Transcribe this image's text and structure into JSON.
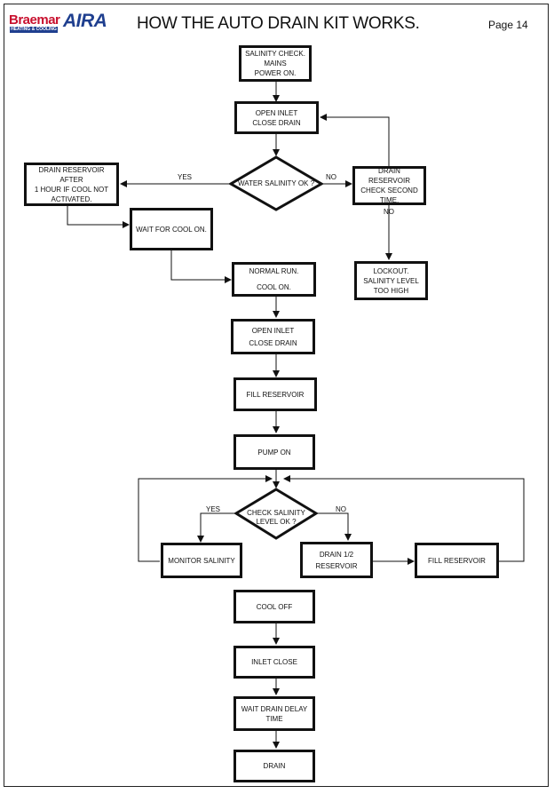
{
  "header": {
    "brand_primary": "Braemar",
    "brand_tagline": "HEATING & COOLING",
    "brand_secondary": "AIRA",
    "title": "HOW THE AUTO DRAIN KIT WORKS.",
    "page": "Page 14"
  },
  "colors": {
    "brand_red": "#c8102e",
    "brand_blue": "#1f3f8f"
  },
  "flow": {
    "salinity_check": [
      "SALINITY CHECK.",
      "MAINS",
      "POWER ON."
    ],
    "open_inlet_1": [
      "OPEN INLET",
      "CLOSE DRAIN"
    ],
    "water_salinity": "WATER SALINITY OK ?",
    "drain_after_hour": [
      "DRAIN RESERVOIR AFTER",
      "1 HOUR IF COOL NOT",
      "ACTIVATED."
    ],
    "drain_check_second": [
      "DRAIN RESERVOIR",
      "CHECK SECOND",
      "TIME."
    ],
    "wait_cool_on": "WAIT FOR COOL ON.",
    "normal_run": [
      "NORMAL RUN.",
      "COOL ON."
    ],
    "lockout": [
      "LOCKOUT.",
      "SALINITY LEVEL",
      "TOO HIGH"
    ],
    "open_inlet_2": [
      "OPEN INLET",
      "CLOSE DRAIN"
    ],
    "fill_reservoir_1": "FILL RESERVOIR",
    "pump_on": "PUMP ON",
    "check_salinity": [
      "CHECK SALINITY",
      "LEVEL OK ?"
    ],
    "monitor_salinity": "MONITOR SALINITY",
    "drain_half": [
      "DRAIN 1/2",
      "RESERVOIR"
    ],
    "fill_reservoir_2": "FILL RESERVOIR",
    "cool_off": "COOL OFF",
    "inlet_close": "INLET CLOSE",
    "wait_drain_delay": [
      "WAIT DRAIN DELAY",
      "TIME"
    ],
    "drain": "DRAIN",
    "yes": "YES",
    "no": "NO"
  }
}
